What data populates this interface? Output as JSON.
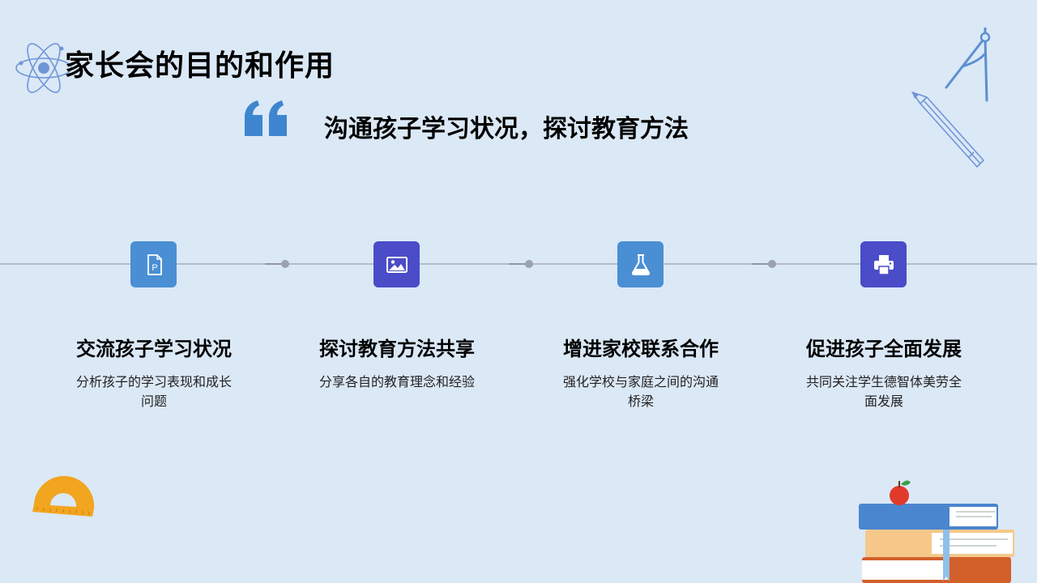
{
  "title": "家长会的目的和作用",
  "quote": "沟通孩子学习状况，探讨教育方法",
  "colors": {
    "background": "#dbe8f6",
    "icon_blue": "#4a8fd4",
    "icon_indigo": "#4a4cc8",
    "quote_blue": "#3d86cf"
  },
  "steps": [
    {
      "icon": "document-p-icon",
      "title": "交流孩子学习状况",
      "desc": "分析孩子的学习表现和成长问题"
    },
    {
      "icon": "image-icon",
      "title": "探讨教育方法共享",
      "desc": "分享各自的教育理念和经验"
    },
    {
      "icon": "flask-icon",
      "title": "增进家校联系合作",
      "desc": "强化学校与家庭之间的沟通桥梁"
    },
    {
      "icon": "printer-icon",
      "title": "促进孩子全面发展",
      "desc": "共同关注学生德智体美劳全面发展"
    }
  ]
}
